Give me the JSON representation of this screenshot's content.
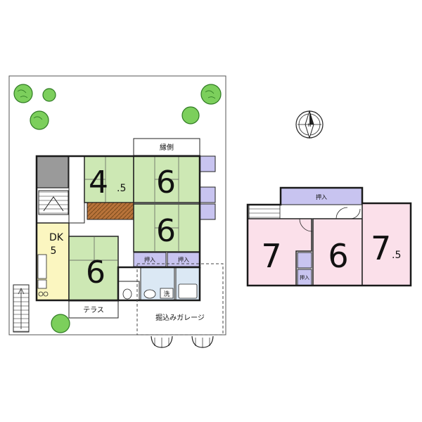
{
  "ground_floor": {
    "rooms": {
      "tatami_4_5": {
        "main": "4",
        "sub": ".5"
      },
      "tatami_6_top": {
        "main": "6"
      },
      "tatami_6_mid": {
        "main": "6"
      },
      "tatami_6_left": {
        "main": "6"
      },
      "dk": {
        "line1": "DK",
        "line2": "5"
      }
    },
    "labels": {
      "engawa": "縁側",
      "closet_a": "押入",
      "closet_b": "押入",
      "wash": "洗",
      "terrace": "テラス",
      "garage": "掘込みガレージ"
    }
  },
  "upper_floor": {
    "rooms": {
      "room_7": {
        "main": "7"
      },
      "room_6": {
        "main": "6"
      },
      "room_7_5": {
        "main": "7",
        "sub": ".5"
      }
    },
    "labels": {
      "closet_top": "押入",
      "closet_small": "押入"
    }
  },
  "compass": {
    "icon": "north-arrow-compass"
  },
  "colors": {
    "tatami": "#cde8b4",
    "western_room": "#fbe0ea",
    "dk": "#fbf6c0",
    "closet": "#c8c4f0",
    "bath": "#dbe8f4",
    "wood_floor": "#b8733a",
    "stair_gray": "#9a9a9a",
    "tree": "#7ccf5c",
    "wall": "#1a1a1a"
  }
}
